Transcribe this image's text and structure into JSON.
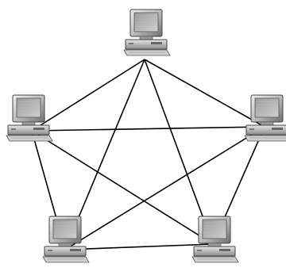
{
  "diagram": {
    "type": "full-mesh-network",
    "node_icon": "desktop-computer-icon",
    "nodes": [
      {
        "id": "top"
      },
      {
        "id": "left"
      },
      {
        "id": "right"
      },
      {
        "id": "bottom-left"
      },
      {
        "id": "bottom-right"
      }
    ],
    "links": [
      [
        "top",
        "left"
      ],
      [
        "top",
        "right"
      ],
      [
        "top",
        "bottom-left"
      ],
      [
        "top",
        "bottom-right"
      ],
      [
        "left",
        "right"
      ],
      [
        "left",
        "bottom-left"
      ],
      [
        "left",
        "bottom-right"
      ],
      [
        "right",
        "bottom-left"
      ],
      [
        "right",
        "bottom-right"
      ],
      [
        "bottom-left",
        "bottom-right"
      ]
    ],
    "colors": {
      "line": "#000000",
      "device_light": "#d9d9d9",
      "device_mid": "#a6a6a6",
      "device_dark": "#555555"
    }
  }
}
